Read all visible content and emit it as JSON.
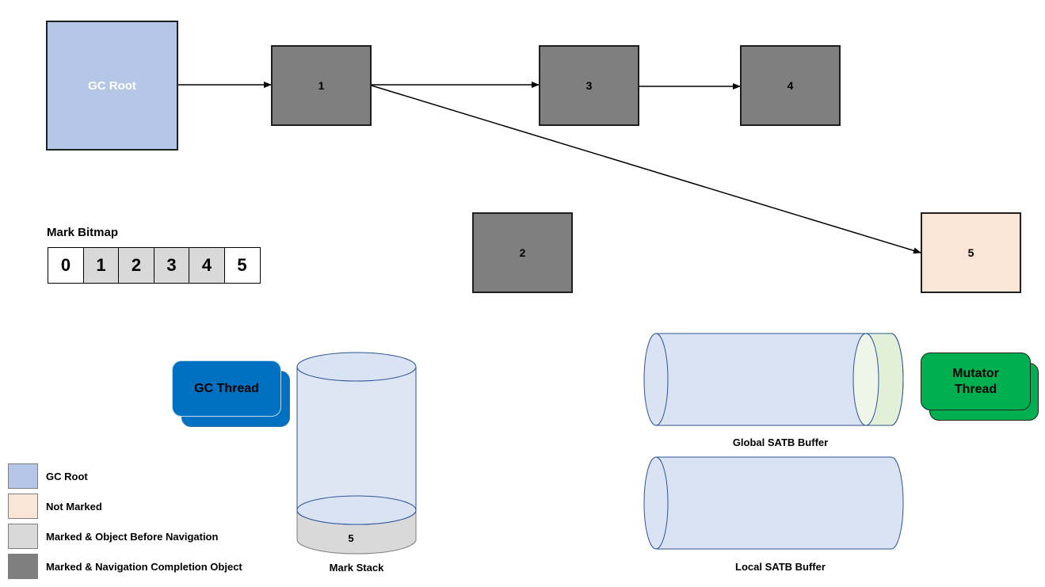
{
  "nodes": {
    "gc_root": "GC Root",
    "n1": "1",
    "n2": "2",
    "n3": "3",
    "n4": "4",
    "n5": "5"
  },
  "mark_bitmap": {
    "title": "Mark Bitmap",
    "cells": [
      {
        "label": "0",
        "marked": false
      },
      {
        "label": "1",
        "marked": true
      },
      {
        "label": "2",
        "marked": true
      },
      {
        "label": "3",
        "marked": true
      },
      {
        "label": "4",
        "marked": true
      },
      {
        "label": "5",
        "marked": false
      }
    ]
  },
  "gc_thread": {
    "label": "GC Thread"
  },
  "mutator_thread": {
    "label": "Mutator\nThread"
  },
  "mark_stack": {
    "label": "Mark Stack",
    "entries": [
      "5"
    ]
  },
  "global_satb_buffer": {
    "label": "Global SATB Buffer"
  },
  "local_satb_buffer": {
    "label": "Local SATB Buffer"
  },
  "legend": [
    {
      "label": "GC Root",
      "color": "#b4c7e7"
    },
    {
      "label": "Not Marked",
      "color": "#fbe5d6"
    },
    {
      "label": "Marked & Object Before Navigation",
      "color": "#d9d9d9"
    },
    {
      "label": "Marked & Navigation Completion Object",
      "color": "#7f7f7f"
    }
  ],
  "colors": {
    "gc_root": "#b4c7e7",
    "not_marked": "#fbe5d6",
    "marked_before": "#d9d9d9",
    "marked_complete": "#7f7f7f",
    "gc_thread": "#0070c0",
    "mutator_thread": "#00b050",
    "buffer_fill": "#dae3f3",
    "buffer_entry": "#e2f0d9"
  }
}
